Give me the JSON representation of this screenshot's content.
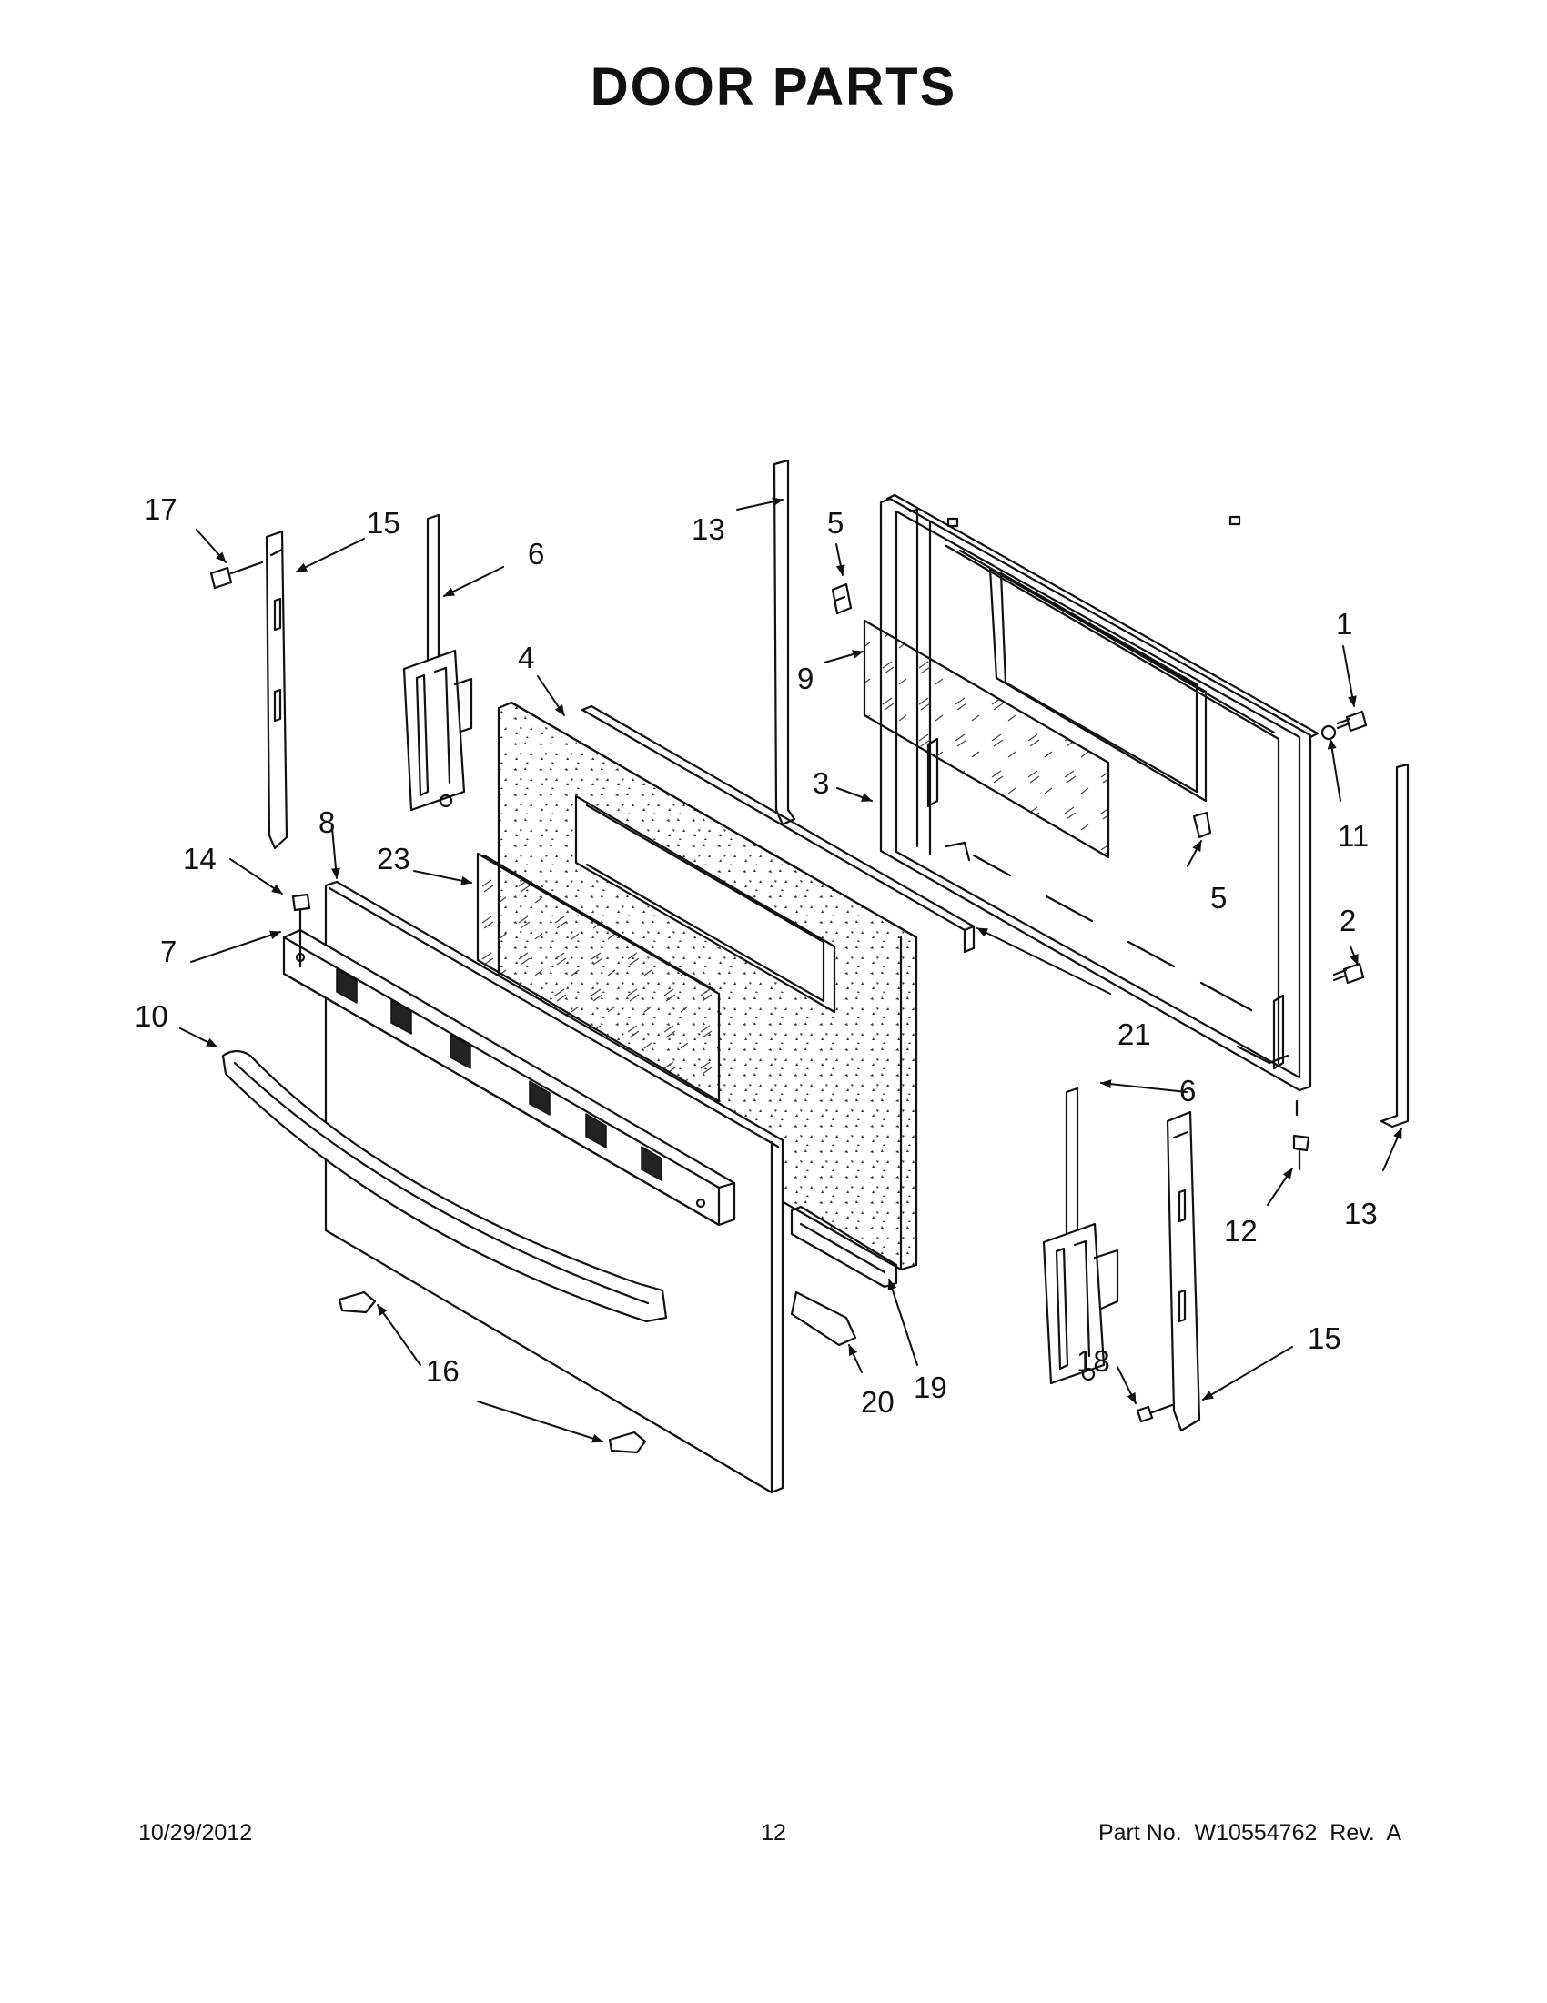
{
  "page": {
    "title": "DOOR PARTS"
  },
  "callouts": [
    {
      "key": "c1",
      "label": "1"
    },
    {
      "key": "c2",
      "label": "2"
    },
    {
      "key": "c3",
      "label": "3"
    },
    {
      "key": "c4",
      "label": "4"
    },
    {
      "key": "c5a",
      "label": "5"
    },
    {
      "key": "c5b",
      "label": "5"
    },
    {
      "key": "c6a",
      "label": "6"
    },
    {
      "key": "c6b",
      "label": "6"
    },
    {
      "key": "c7",
      "label": "7"
    },
    {
      "key": "c8",
      "label": "8"
    },
    {
      "key": "c9",
      "label": "9"
    },
    {
      "key": "c10",
      "label": "10"
    },
    {
      "key": "c11",
      "label": "11"
    },
    {
      "key": "c12",
      "label": "12"
    },
    {
      "key": "c13a",
      "label": "13"
    },
    {
      "key": "c13b",
      "label": "13"
    },
    {
      "key": "c14",
      "label": "14"
    },
    {
      "key": "c15a",
      "label": "15"
    },
    {
      "key": "c15b",
      "label": "15"
    },
    {
      "key": "c16",
      "label": "16"
    },
    {
      "key": "c17",
      "label": "17"
    },
    {
      "key": "c18",
      "label": "18"
    },
    {
      "key": "c19",
      "label": "19"
    },
    {
      "key": "c20",
      "label": "20"
    },
    {
      "key": "c21",
      "label": "21"
    },
    {
      "key": "c23",
      "label": "23"
    }
  ],
  "footer": {
    "date": "10/29/2012",
    "page_number": "12",
    "part_number": "Part No.  W10554762  Rev.  A"
  }
}
